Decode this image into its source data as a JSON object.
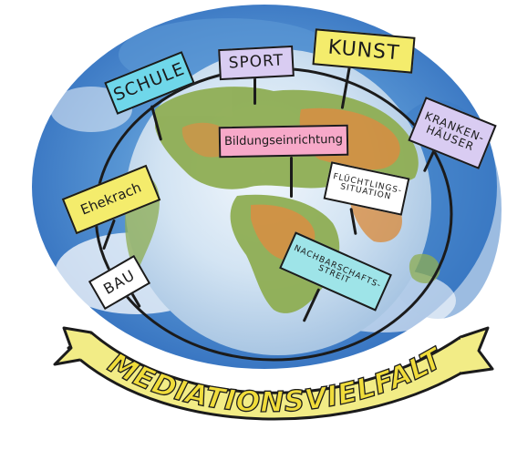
{
  "banner": {
    "title": "MEDIATIONSVIELFALT"
  },
  "signs": {
    "schule": "SCHULE",
    "sport": "SPORT",
    "kunst": "KUNST",
    "krankenhaeuser_line1": "KRANKEN-",
    "krankenhaeuser_line2": "HÄUSER",
    "bildung": "Bildungseinrichtung",
    "ehekrach": "Ehekrach",
    "fluechtling_line1": "FLÜCHTLINGS-",
    "fluechtling_line2": "SITUATION",
    "bau": "BAU",
    "nachbar_line1": "NACHBARSCHAFTS-",
    "nachbar_line2": "STREIT"
  },
  "colors": {
    "sky_blue": "#3d7fc6",
    "ocean_blue": "#cfe0f0",
    "land_green": "#8fae54",
    "land_orange": "#d98a3a",
    "banner_yellow": "#f2ec86",
    "sign_blue": "#6fd7ea",
    "sign_purple": "#d9ccf2",
    "sign_yellow": "#f4ec6c",
    "sign_pink": "#f7a9c9",
    "sign_lightblue": "#9ee4e8",
    "sign_white": "#ffffff"
  }
}
